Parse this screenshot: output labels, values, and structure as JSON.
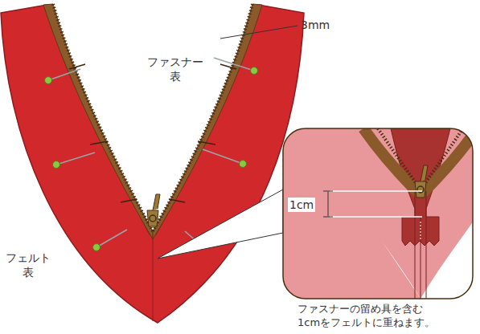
{
  "diagram": {
    "labels": [
      "3mm",
      "ファスナー 表",
      "フェルト 表",
      "1cm",
      "ファスナーの留め具を含む 1cmをフェルトに重ねます。"
    ]
  }
}
